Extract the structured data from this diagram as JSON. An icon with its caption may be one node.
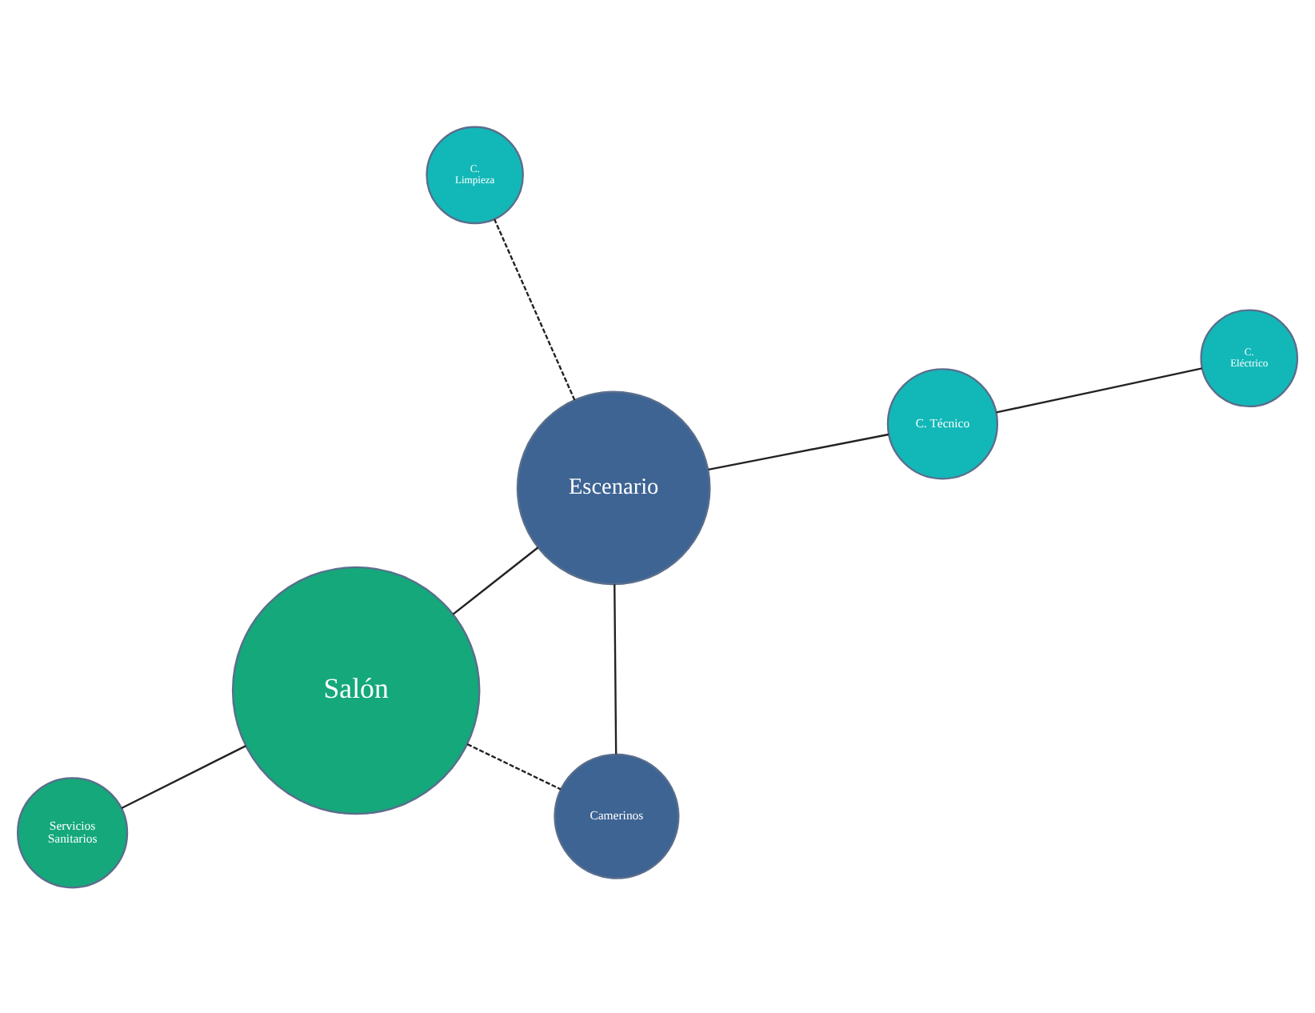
{
  "diagram": {
    "nodes": [
      {
        "text": [
          "Servicios Sanitarios"
        ]
      },
      {
        "text": [
          "Salón"
        ]
      },
      {
        "text": [
          "Escenario"
        ]
      },
      {
        "text": [
          "C. Limpieza"
        ]
      },
      {
        "text": [
          "C. Eléctrico"
        ]
      },
      {
        "text": [
          "C. Técnico"
        ]
      },
      {
        "text": [
          "Camerinos"
        ]
      }
    ],
    "edges": [
      {
        "from": 0,
        "to": 1,
        "arrow": "none"
      },
      {
        "from": 1,
        "to": 2,
        "arrow": "none"
      },
      {
        "from": 2,
        "to": 3,
        "arrow": "none",
        "style": "dashed"
      },
      {
        "from": 4,
        "to": 5,
        "arrow": "none"
      },
      {
        "from": 2,
        "to": 5,
        "arrow": "none"
      },
      {
        "from": 2,
        "to": 6,
        "arrow": "none"
      },
      {
        "from": 1,
        "to": 6,
        "arrow": "none",
        "style": "dashed"
      }
    ]
  }
}
